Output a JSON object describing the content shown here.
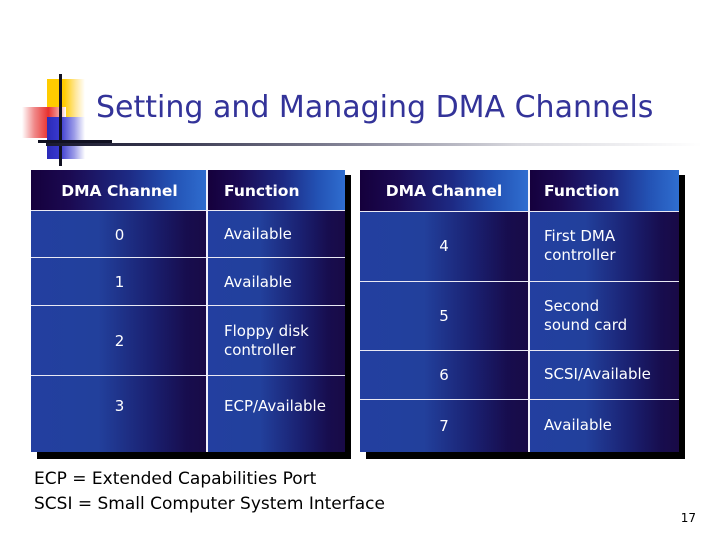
{
  "slide": {
    "title": "Setting and Managing DMA Channels",
    "page_number": "17",
    "title_color": "#333399",
    "accent_colors": {
      "logo_yellow": "#ffcc00",
      "logo_red": "#e8312f",
      "logo_blue": "#2a2ab8",
      "table_header_dark": "#15003c",
      "table_header_light": "#2f6ed0",
      "table_body_left": "#233fa0",
      "table_body_right": "#190a46"
    }
  },
  "tables": [
    {
      "name": "dma-channels-0-3",
      "columns": [
        "DMA Channel",
        "Function"
      ],
      "rows": [
        {
          "channel": "0",
          "function": "Available"
        },
        {
          "channel": "1",
          "function": "Available"
        },
        {
          "channel": "2",
          "function": "Floppy disk controller"
        },
        {
          "channel": "3",
          "function": "ECP/Available"
        }
      ]
    },
    {
      "name": "dma-channels-4-7",
      "columns": [
        "DMA Channel",
        "Function"
      ],
      "rows": [
        {
          "channel": "4",
          "function": "First DMA controller"
        },
        {
          "channel": "5",
          "function": "Second sound card"
        },
        {
          "channel": "6",
          "function": "SCSI/Available"
        },
        {
          "channel": "7",
          "function": "Available"
        }
      ]
    }
  ],
  "footnotes": [
    "ECP = Extended Capabilities Port",
    "SCSI = Small Computer System Interface"
  ]
}
